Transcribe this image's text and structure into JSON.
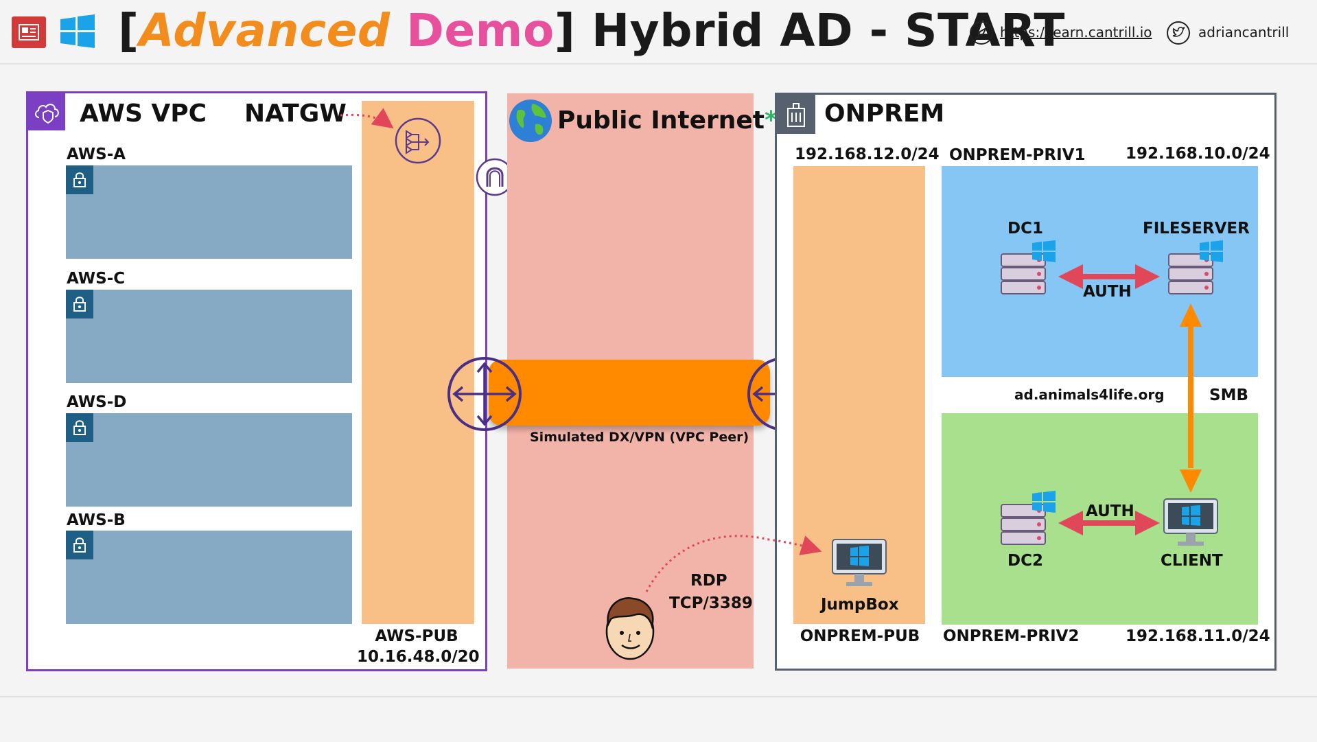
{
  "header": {
    "title_open": "[",
    "title_advanced": "Advanced",
    "title_space": " ",
    "title_demo": "Demo",
    "title_rest": "] Hybrid AD - START",
    "url": "https://learn.cantrill.io",
    "twitter": "adriancantrill"
  },
  "aws": {
    "vpc_label": "AWS VPC",
    "natgw_label": "NATGW",
    "subnets": [
      "AWS-A",
      "AWS-C",
      "AWS-D",
      "AWS-B"
    ],
    "pub_label": "AWS-PUB",
    "pub_cidr": "10.16.48.0/20"
  },
  "internet": {
    "label": "Public Internet",
    "asterisk": "*",
    "link_label": "Simulated DX/VPN (VPC Peer)",
    "rdp_label": "RDP",
    "rdp_port": "TCP/3389"
  },
  "onprem": {
    "label": "ONPREM",
    "pub_cidr": "192.168.12.0/24",
    "pub_label": "ONPREM-PUB",
    "jumpbox": "JumpBox",
    "priv1_label": "ONPREM-PRIV1",
    "priv1_cidr": "192.168.10.0/24",
    "priv2_label": "ONPREM-PRIV2",
    "priv2_cidr": "192.168.11.0/24",
    "dc1": "DC1",
    "fileserver": "FILESERVER",
    "auth1": "AUTH",
    "domain": "ad.animals4life.org",
    "smb": "SMB",
    "dc2": "DC2",
    "client": "CLIENT",
    "auth2": "AUTH"
  },
  "colors": {
    "vpc_border": "#7b3fc4",
    "pub_subnet": "#f8bf87",
    "internet_bg": "#f2b4a8",
    "private_subnet": "#86a9c4",
    "priv1_bg": "#86c6f4",
    "priv2_bg": "#a8e08e",
    "link_orange": "#ff8a00",
    "auth_arrow": "#e0485a"
  }
}
